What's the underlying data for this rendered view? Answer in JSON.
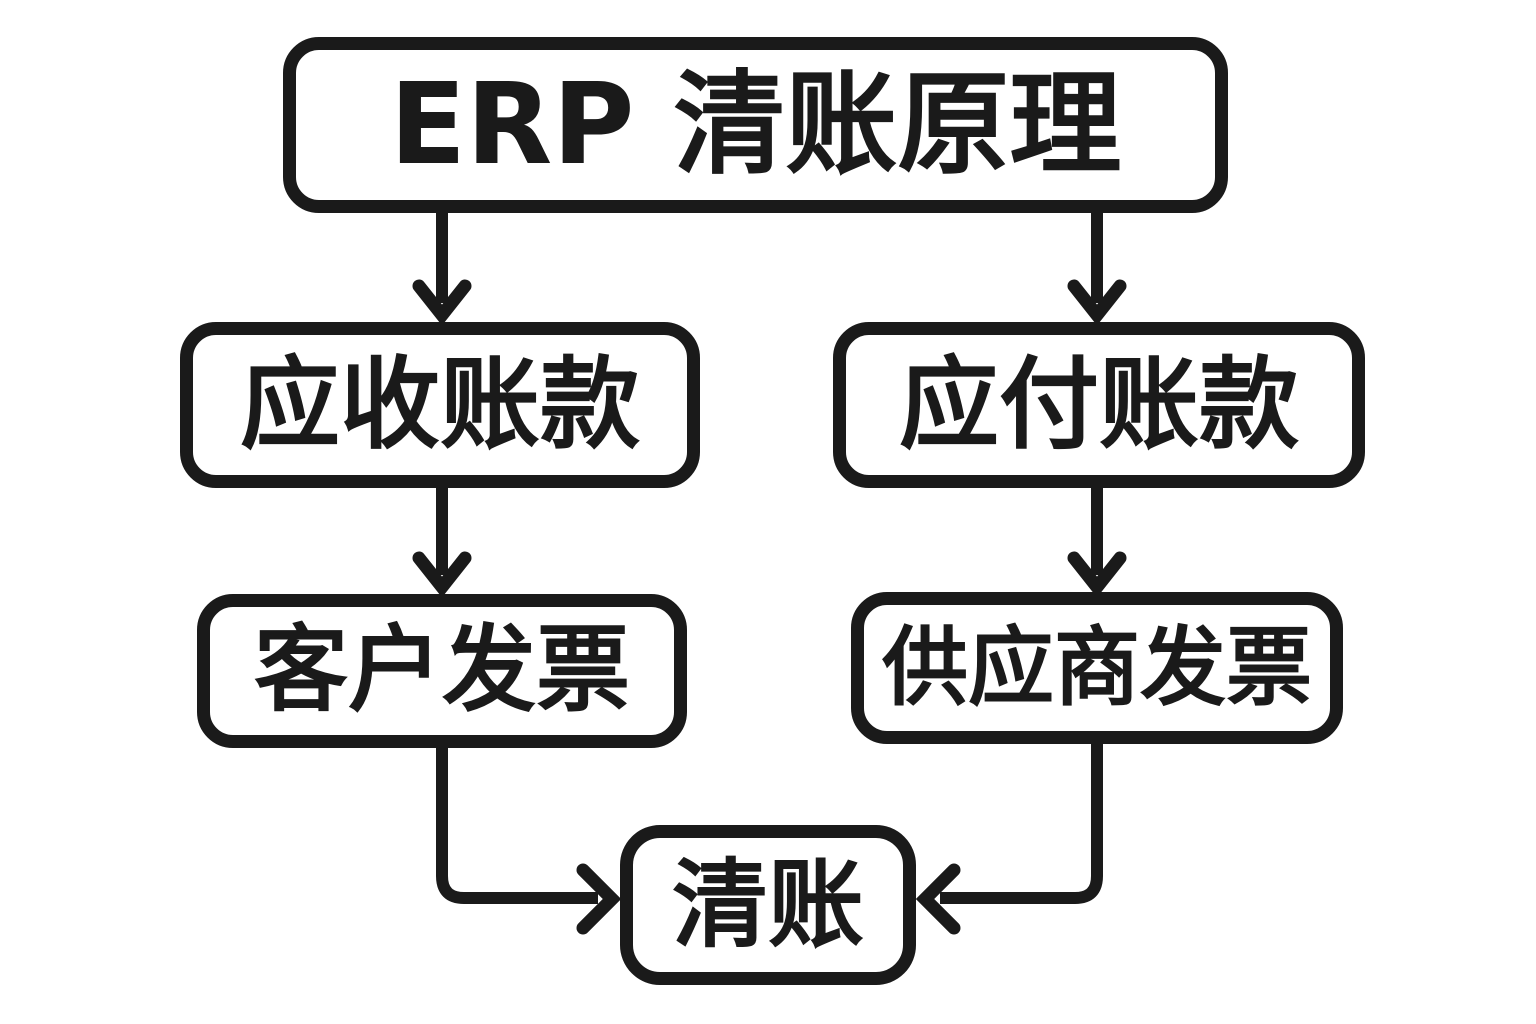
{
  "diagram": {
    "type": "flowchart",
    "title": "ERP 清账原理",
    "colors": {
      "stroke": "#1a1a1a",
      "background": "#ffffff",
      "text": "#1a1a1a"
    },
    "nodes": [
      {
        "id": "erp-clearing-title",
        "label": "ERP 清账原理"
      },
      {
        "id": "accounts-receivable",
        "label": "应收账款"
      },
      {
        "id": "accounts-payable",
        "label": "应付账款"
      },
      {
        "id": "customer-invoice",
        "label": "客户发票"
      },
      {
        "id": "supplier-invoice",
        "label": "供应商发票"
      },
      {
        "id": "clearing",
        "label": "清账"
      }
    ],
    "edges": [
      {
        "from": "erp-clearing-title",
        "to": "accounts-receivable"
      },
      {
        "from": "erp-clearing-title",
        "to": "accounts-payable"
      },
      {
        "from": "accounts-receivable",
        "to": "customer-invoice"
      },
      {
        "from": "accounts-payable",
        "to": "supplier-invoice"
      },
      {
        "from": "customer-invoice",
        "to": "clearing"
      },
      {
        "from": "supplier-invoice",
        "to": "clearing"
      }
    ]
  }
}
